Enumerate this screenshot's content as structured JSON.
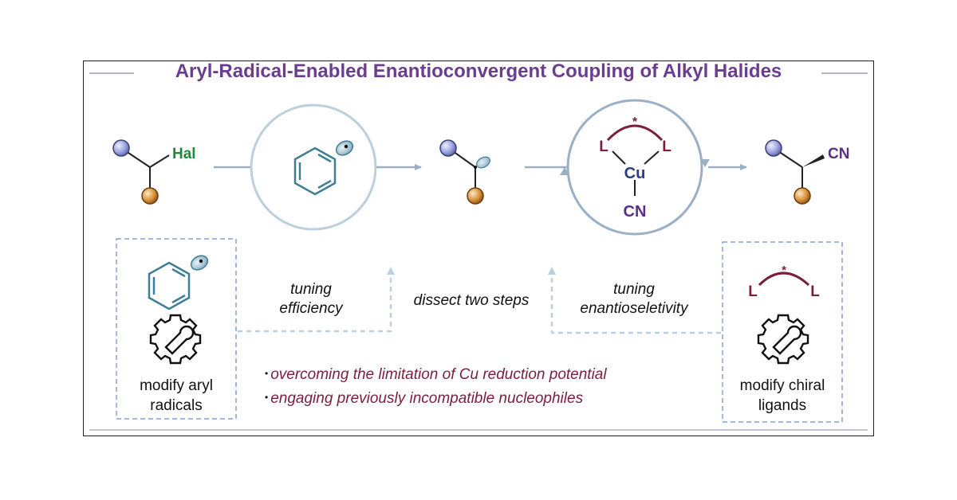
{
  "title": "Aryl-Radical-Enabled Enantioconvergent Coupling of Alkyl Halides",
  "atoms": {
    "hal": "Hal",
    "ligand_left": "L",
    "ligand_right": "L",
    "copper": "Cu",
    "cyanide": "CN",
    "product_cn": "CN",
    "star": "*",
    "ligand_box_left": "L",
    "ligand_box_right": "L",
    "ligand_box_star": "*"
  },
  "labels": {
    "tuning_efficiency": [
      "tuning",
      "efficiency"
    ],
    "dissect": "dissect two steps",
    "tuning_enantio": [
      "tuning",
      "enantioseletivity"
    ]
  },
  "boxes": {
    "left_caption": [
      "modify aryl",
      "radicals"
    ],
    "right_caption": [
      "modify chiral",
      "ligands"
    ]
  },
  "bullets": [
    "overcoming the limitation of Cu reduction potential",
    "engaging previously incompatible nucleophiles"
  ],
  "colors": {
    "title": "#6a3d8f",
    "hal": "#1f8a3c",
    "ligand": "#7a1e3c",
    "copper": "#2b3f7a",
    "cyanide": "#5b2e8a",
    "aryl": "#3f7e96",
    "arrow": "#9ab0c4",
    "dashed": "#8aa0d6",
    "sphere_blue": "#9aa3e0",
    "sphere_orange": "#d9943a"
  },
  "icons": [
    "gear-wrench-icon",
    "gear-wrench-icon"
  ]
}
